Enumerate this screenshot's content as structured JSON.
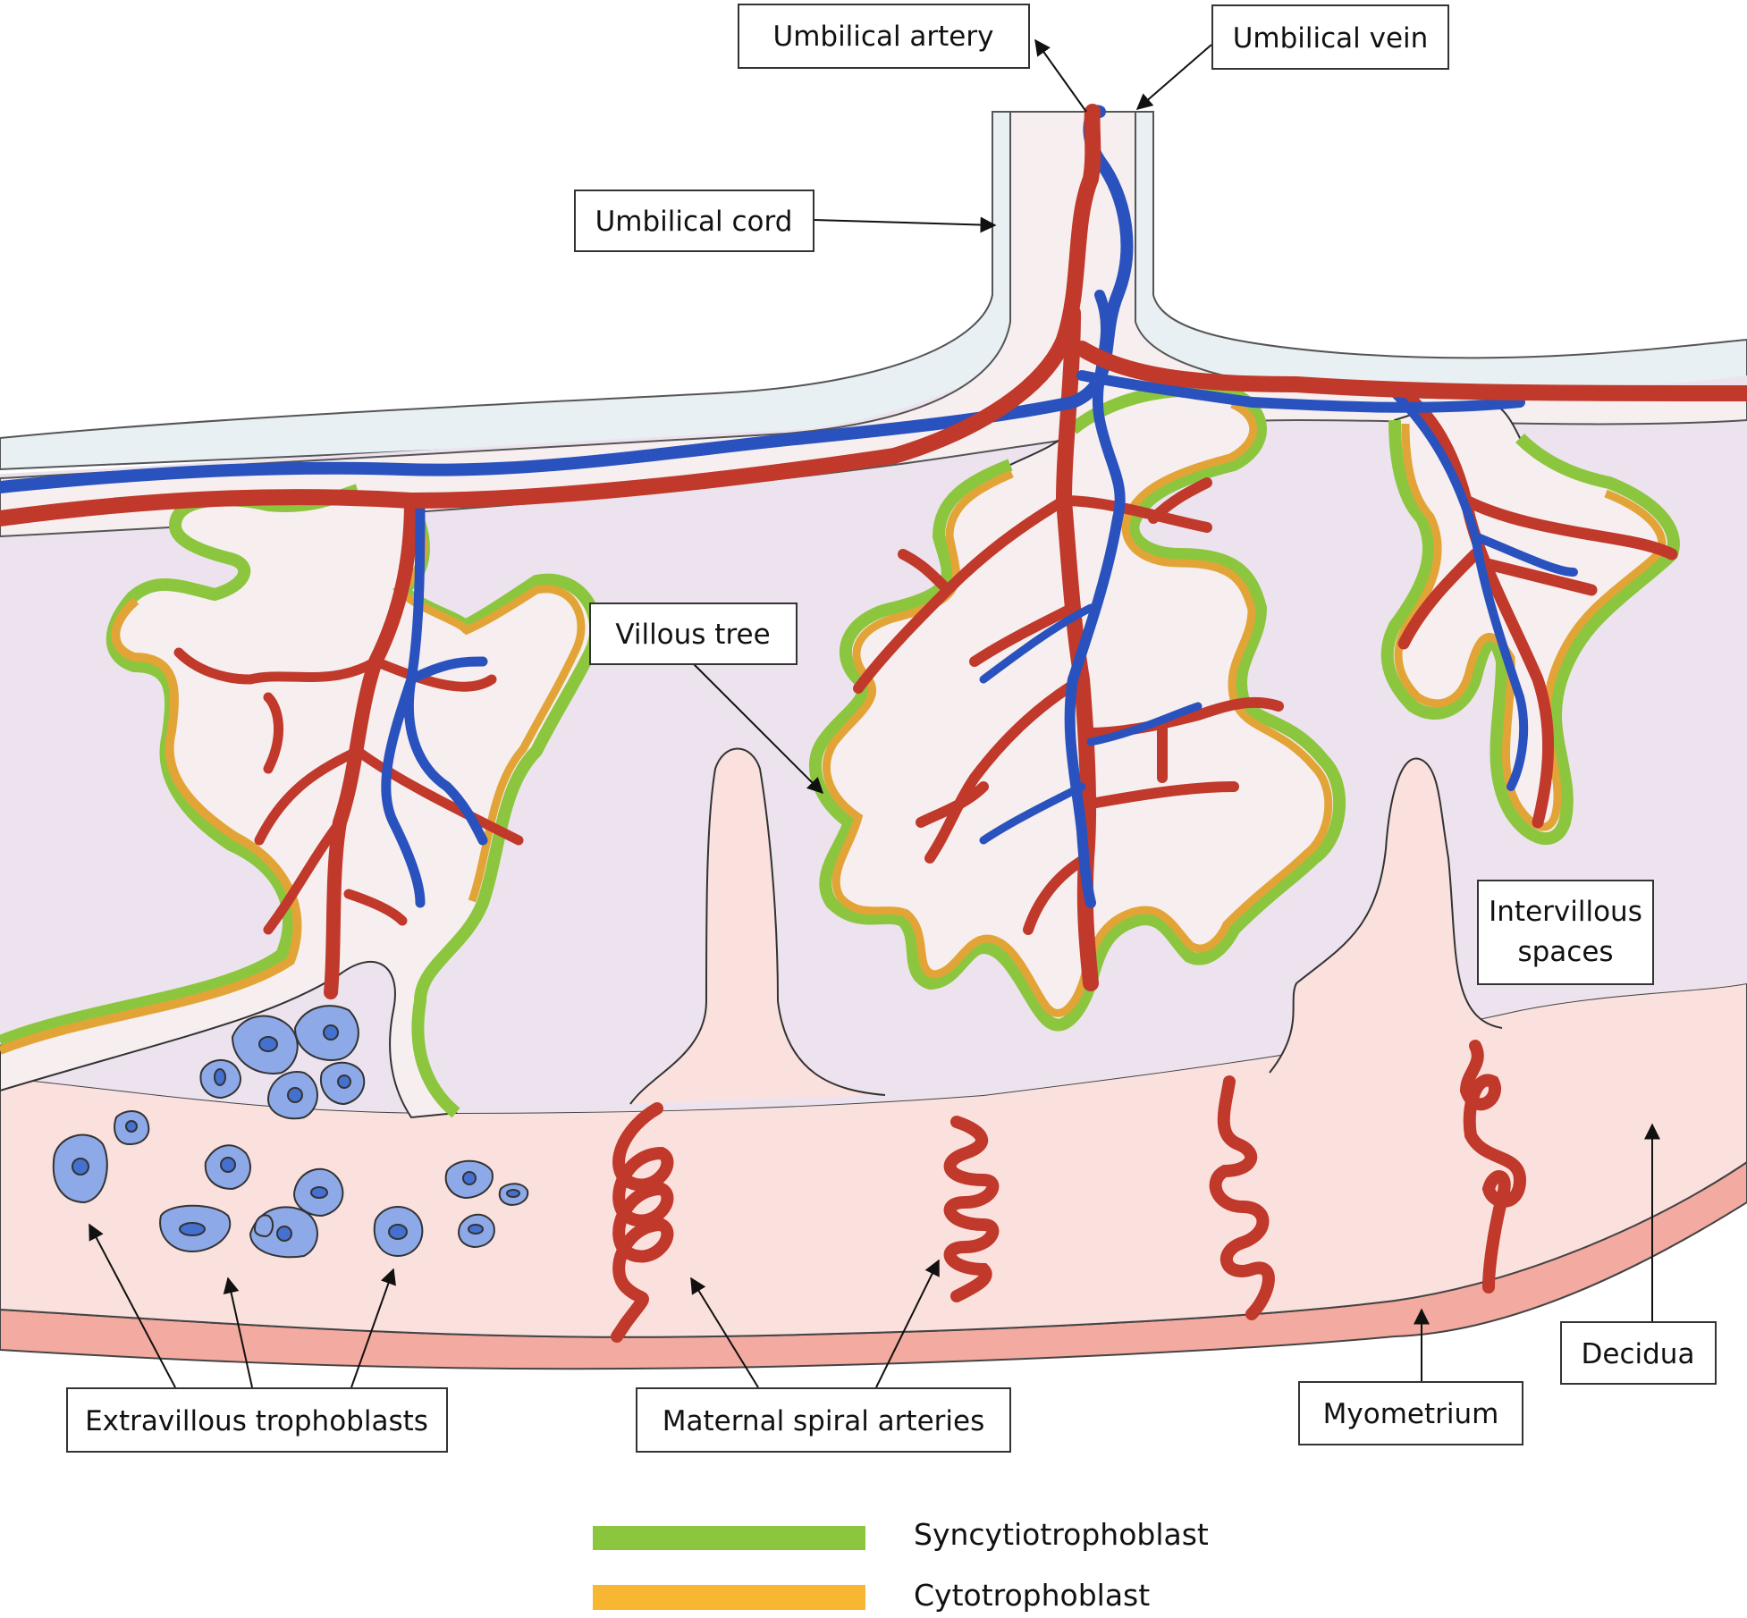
{
  "labels": {
    "umbilical_artery": "Umbilical artery",
    "umbilical_vein": "Umbilical vein",
    "umbilical_cord": "Umbilical cord",
    "villous_tree": "Villous tree",
    "intervillous_line1": "Intervillous",
    "intervillous_line2": "spaces",
    "extravillous": "Extravillous trophoblasts",
    "spiral_arteries": "Maternal spiral arteries",
    "myometrium": "Myometrium",
    "decidua": "Decidua"
  },
  "legend": [
    {
      "label": "Syncytiotrophoblast",
      "color": "#8cc63f"
    },
    {
      "label": "Cytotrophoblast",
      "color": "#f7b733"
    }
  ],
  "colors": {
    "artery": "#c0392b",
    "vein": "#2a52be",
    "villus_fill": "#f7efef",
    "syncytio": "#8cc63f",
    "cyto": "#e3a437",
    "intervillous": "#ece3ee",
    "decidua": "#fbe1de",
    "myometrium": "#f3aaa0",
    "chorionic_membrane": "#e8f0f4",
    "trophoblast_cell": "#8ea9e8",
    "trophoblast_nucleus": "#4470cf"
  }
}
